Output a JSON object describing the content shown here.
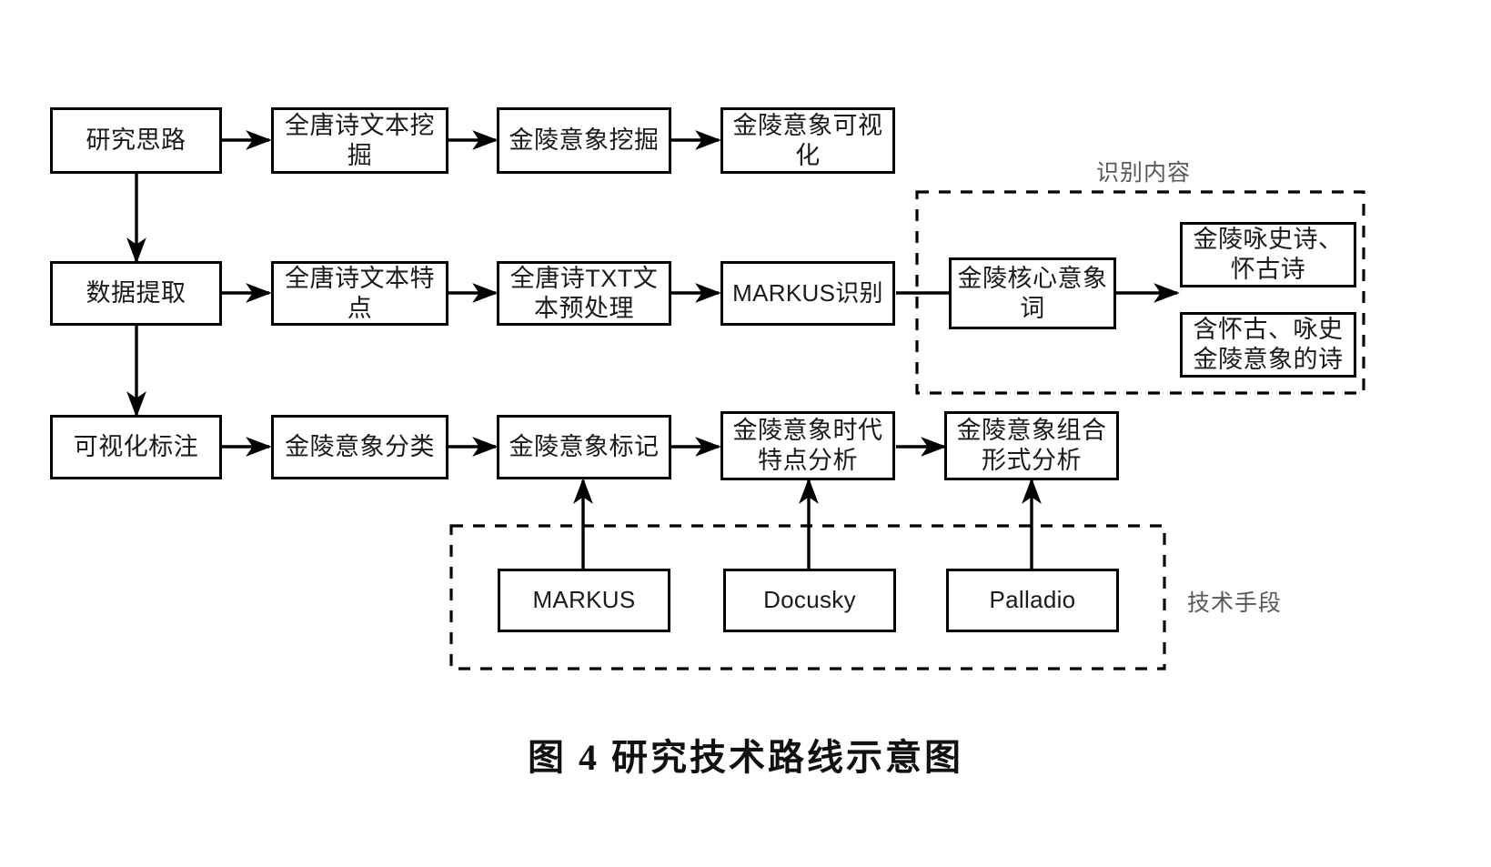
{
  "figure": {
    "caption": "图 4  研究技术路线示意图"
  },
  "groups": {
    "recognition": {
      "label": "识别内容"
    },
    "technical": {
      "label": "技术手段"
    }
  },
  "nodes": {
    "row1": [
      {
        "id": "research-approach",
        "text": "研究思路"
      },
      {
        "id": "quantangshi-text-mining",
        "text": "全唐诗文本挖掘"
      },
      {
        "id": "jinling-image-mining",
        "text": "金陵意象挖掘"
      },
      {
        "id": "jinling-image-visualization",
        "text": "金陵意象可视化"
      }
    ],
    "row2": [
      {
        "id": "data-extraction",
        "text": "数据提取"
      },
      {
        "id": "quantangshi-text-features",
        "text": "全唐诗文本特点"
      },
      {
        "id": "quantangshi-txt-preprocess",
        "text": "全唐诗TXT文本预处理"
      },
      {
        "id": "markus-recognition",
        "text": "MARKUS识别"
      },
      {
        "id": "jinling-core-image-words",
        "text": "金陵核心意象词"
      }
    ],
    "row2_outputs": [
      {
        "id": "jinling-history-poems",
        "text": "金陵咏史诗、怀古诗"
      },
      {
        "id": "nostalgia-history-jinling-poems",
        "text": "含怀古、咏史金陵意象的诗"
      }
    ],
    "row3": [
      {
        "id": "visual-annotation",
        "text": "可视化标注"
      },
      {
        "id": "jinling-image-classification",
        "text": "金陵意象分类"
      },
      {
        "id": "jinling-image-tagging",
        "text": "金陵意象标记"
      },
      {
        "id": "jinling-image-era-analysis",
        "text": "金陵意象时代特点分析"
      },
      {
        "id": "jinling-image-combination-analysis",
        "text": "金陵意象组合形式分析"
      }
    ],
    "tools": [
      {
        "id": "tool-markus",
        "text": "MARKUS"
      },
      {
        "id": "tool-docusky",
        "text": "Docusky"
      },
      {
        "id": "tool-palladio",
        "text": "Palladio"
      }
    ]
  },
  "colors": {
    "stroke": "#000000",
    "background": "#ffffff",
    "group_label": "#595959",
    "text": "#1a1a1a"
  }
}
